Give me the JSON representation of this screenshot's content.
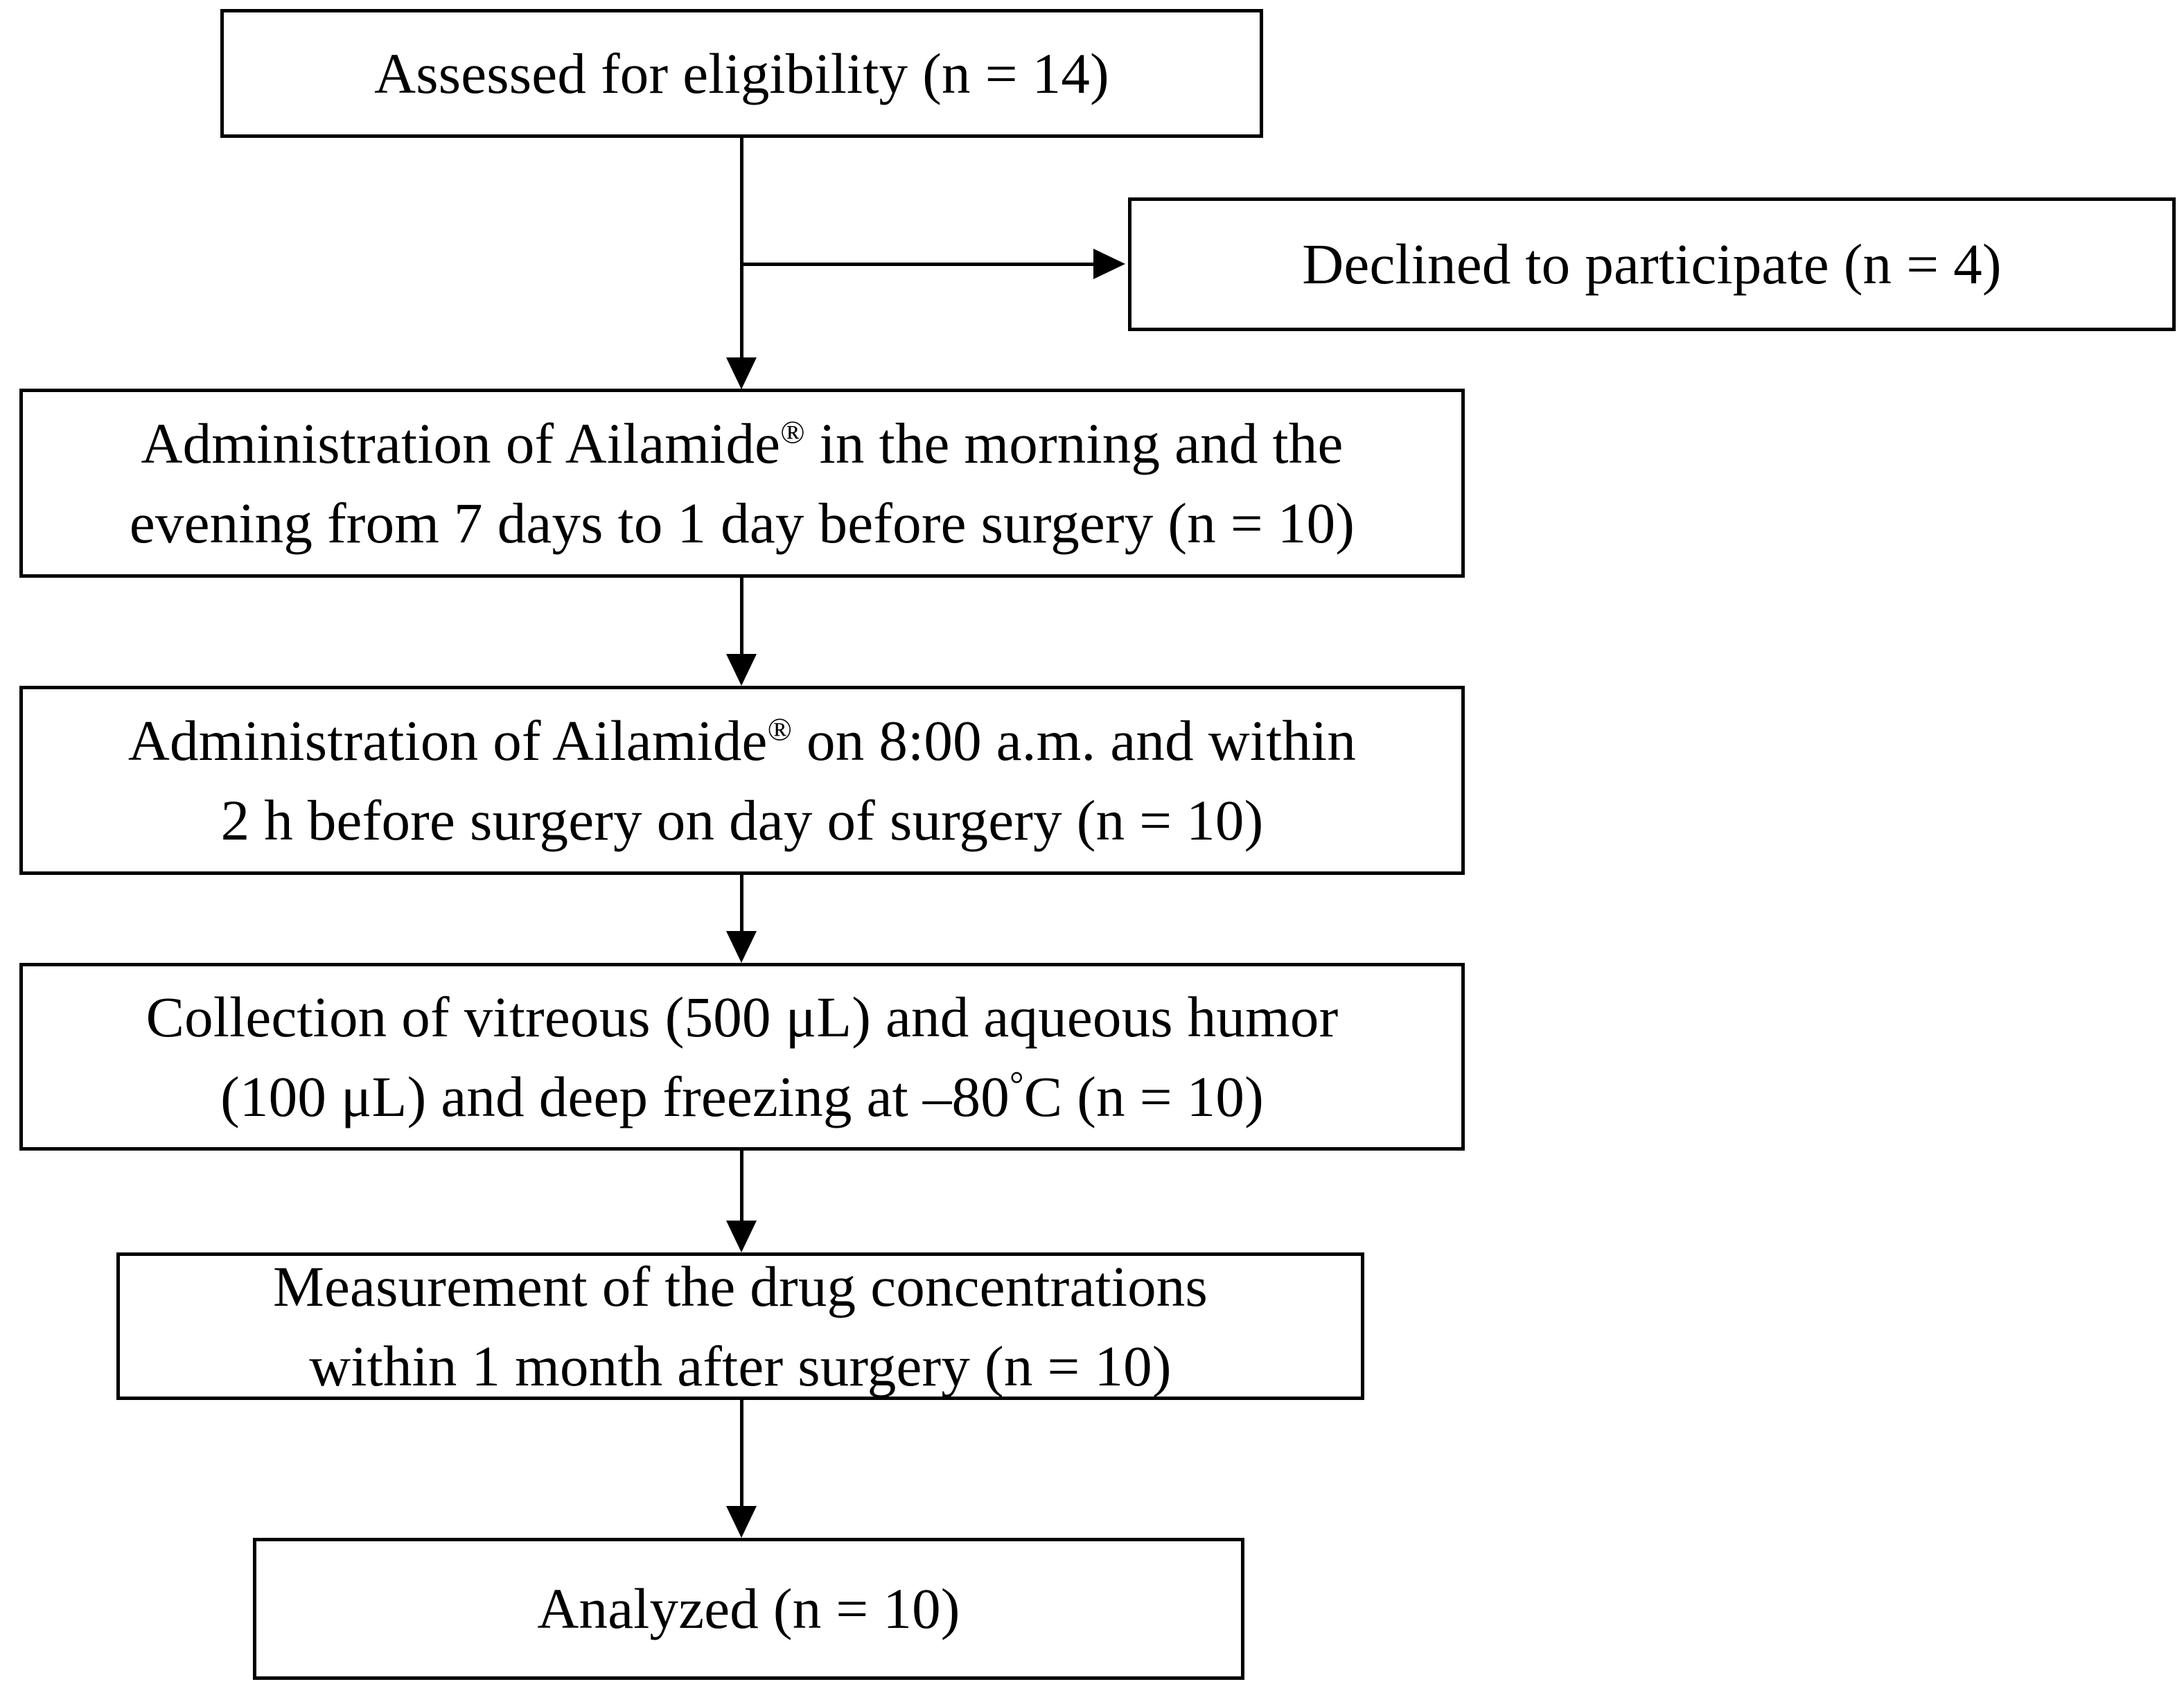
{
  "diagram": {
    "type": "flowchart",
    "title": "CONSORT participant flow diagram",
    "orientation": "top-to-bottom",
    "background_color": "#ffffff",
    "line_color": "#000000",
    "text_color": "#000000",
    "nodes": [
      {
        "id": "assessed",
        "label": "Assessed for eligibility (n = 14)",
        "n": 14
      },
      {
        "id": "declined",
        "label": "Declined to participate (n = 4)",
        "n": 4
      },
      {
        "id": "admin_pre",
        "line1_a": "Administration of Ailamide",
        "line1_sup": "®",
        "line1_b": " in the morning and the",
        "line2": "evening from 7 days to 1 day before surgery (n = 10)",
        "label": "Administration of Ailamide® in the morning and the evening from 7 days to 1 day before surgery (n = 10)",
        "n": 10
      },
      {
        "id": "admin_day",
        "line1_a": "Administration of Ailamide",
        "line1_sup": "®",
        "line1_b": " on 8:00 a.m. and within",
        "line2": "2 h before surgery on day of surgery (n = 10)",
        "label": "Administration of Ailamide® on 8:00 a.m. and within 2 h before surgery on day of surgery (n = 10)",
        "n": 10
      },
      {
        "id": "collection",
        "line1": "Collection of vitreous (500 μL) and aqueous humor",
        "line2_a": "(100 μL) and deep freezing at –80",
        "line2_deg": "°",
        "line2_b": "C (n = 10)",
        "label": "Collection of vitreous (500 μL) and aqueous humor (100 μL) and deep freezing at –80°C (n = 10)",
        "n": 10
      },
      {
        "id": "measure",
        "label": "Measurement of the drug concentrations\nwithin 1 month after surgery (n = 10)",
        "n": 10
      },
      {
        "id": "analyzed",
        "label": "Analyzed (n = 10)",
        "n": 10
      }
    ],
    "edges": [
      {
        "from": "assessed",
        "to": "admin_pre",
        "style": "arrow-down"
      },
      {
        "from": "assessed",
        "to": "declined",
        "style": "arrow-right"
      },
      {
        "from": "admin_pre",
        "to": "admin_day",
        "style": "arrow-down"
      },
      {
        "from": "admin_day",
        "to": "collection",
        "style": "arrow-down"
      },
      {
        "from": "collection",
        "to": "measure",
        "style": "arrow-down"
      },
      {
        "from": "measure",
        "to": "analyzed",
        "style": "arrow-down"
      }
    ]
  }
}
